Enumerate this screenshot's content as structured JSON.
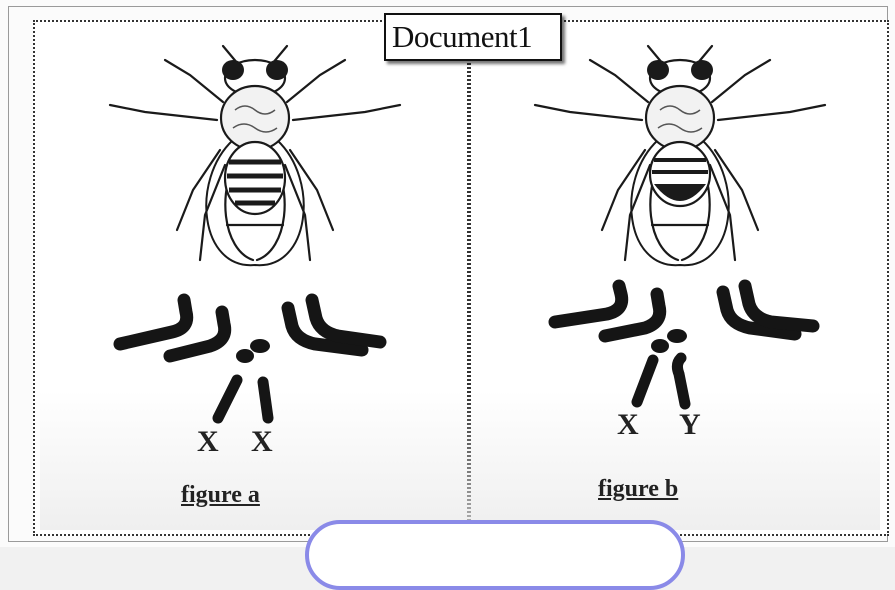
{
  "document": {
    "title": "Document1"
  },
  "figures": [
    {
      "caption": "figure a",
      "chromosome_labels": [
        "X",
        "X"
      ]
    },
    {
      "caption": "figure b",
      "chromosome_labels": [
        "X",
        "Y"
      ]
    }
  ],
  "icons": {
    "fly": "drosophila-fly-icon",
    "chromosomes": "karyotype-icon"
  },
  "colors": {
    "ink": "#1a1a1a",
    "bubble_border": "#8a8ae8"
  }
}
